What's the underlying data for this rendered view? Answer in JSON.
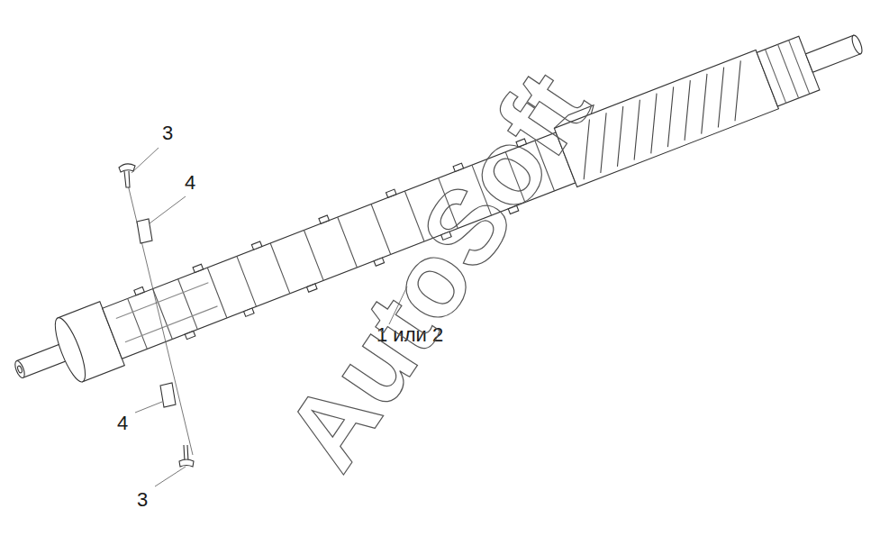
{
  "diagram": {
    "labels": [
      "3",
      "4",
      "1 или 2",
      "4",
      "3",
      "AutoSoft"
    ]
  }
}
